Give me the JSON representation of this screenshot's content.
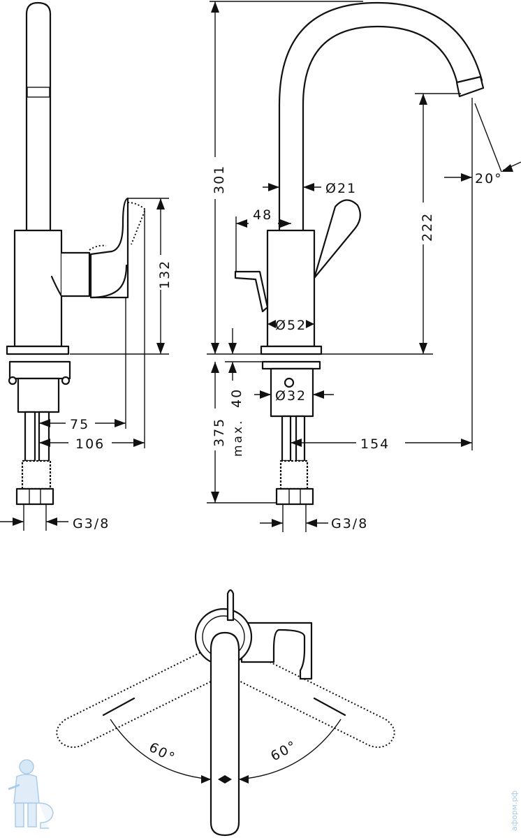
{
  "dimensions": {
    "d301": "301",
    "d222": "222",
    "d132": "132",
    "d375": "375",
    "d40": "40",
    "max": "max.",
    "d154": "154",
    "d75": "75",
    "d106": "106",
    "d48": "48",
    "dia21": "Ø21",
    "dia52": "Ø52",
    "dia32": "Ø32",
    "thread_left": "G3/8",
    "thread_right": "G3/8",
    "tilt": "20°",
    "swivel_left": "60°",
    "swivel_right": "60°"
  },
  "watermark": "аформ.рф",
  "colors": {
    "line": "#111111",
    "watermark": "#9cc3e6"
  },
  "icons": {
    "mascot": "plumber-mascot-icon"
  }
}
